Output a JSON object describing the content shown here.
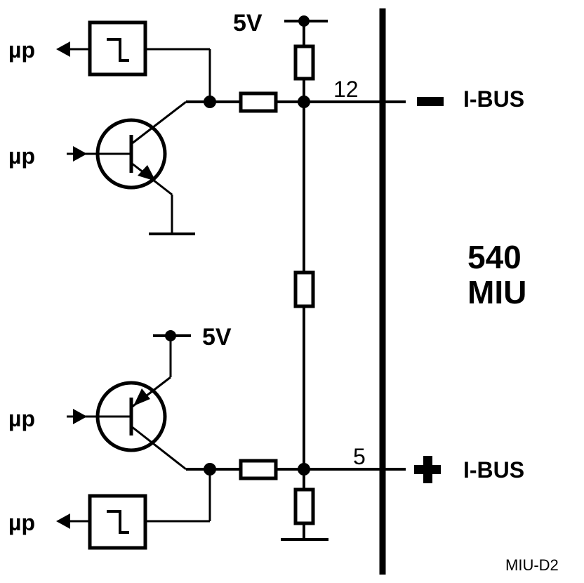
{
  "labels": {
    "up": "µp",
    "supply": "5V",
    "pin_upper": "12",
    "pin_lower": "5",
    "bus": "I-BUS",
    "module_line1": "540",
    "module_line2": "MIU",
    "figure_id": "MIU-D2"
  },
  "polarity": {
    "upper": "minus",
    "lower": "plus"
  }
}
